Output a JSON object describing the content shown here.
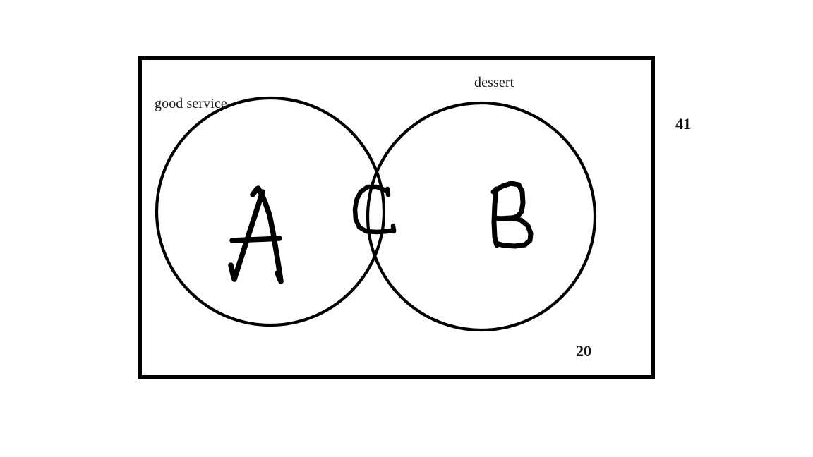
{
  "diagram": {
    "type": "venn",
    "title": "",
    "universe": {
      "shape": "rectangle",
      "border_color": "#000000"
    },
    "sets": [
      {
        "id": "A",
        "label": "good service",
        "region_letter": "A",
        "side": "left"
      },
      {
        "id": "B",
        "label": "dessert",
        "region_letter": "B",
        "side": "right"
      }
    ],
    "intersection": {
      "region_letter": "C",
      "label": ""
    },
    "counts": [
      {
        "name": "outside-count",
        "value": "41",
        "position": "outside-right-of-rectangle"
      },
      {
        "name": "inside-count",
        "value": "20",
        "position": "inside-bottom-right-of-rectangle"
      }
    ],
    "colors": {
      "stroke": "#000000",
      "text": "#1b1b1b",
      "background": "#ffffff"
    }
  },
  "labels": {
    "good_service": "good service",
    "dessert": "dessert"
  },
  "region_letters": {
    "left_only": "A",
    "intersection": "C",
    "right_only": "B"
  },
  "counts": {
    "outside": "41",
    "inside": "20"
  }
}
